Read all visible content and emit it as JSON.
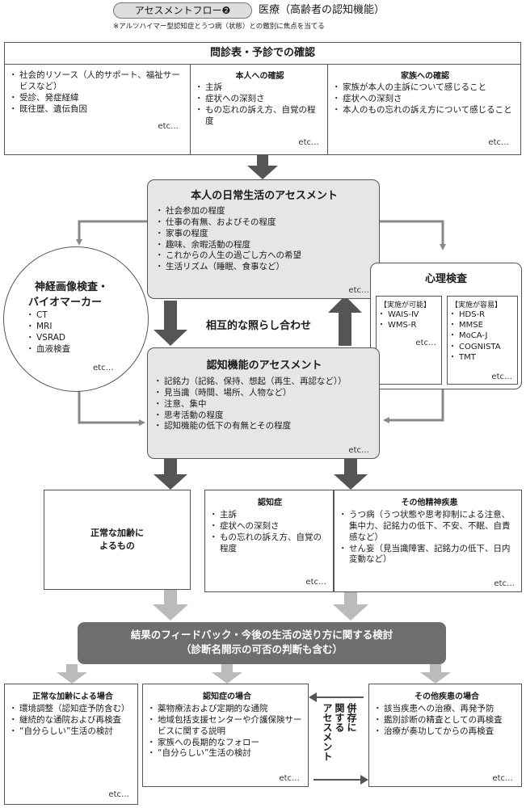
{
  "header": {
    "badge": "アセスメントフロー❷",
    "title": "医療（高齢者の認知機能）",
    "subtitle": "※アルツハイマー型認知症とうつ病（状態）との鑑別に焦点を当てる"
  },
  "intake": {
    "title": "問診表・予診での確認",
    "col1": {
      "items": [
        "社会的リソース（人的サポート、福祉サービスなど）",
        "受診、発症経緯",
        "既往歴、遺伝負因"
      ],
      "etc": "etc…"
    },
    "col2": {
      "heading": "本人への確認",
      "items": [
        "主訴",
        "症状への深刻さ",
        "もの忘れの訴え方、自覚の程度"
      ],
      "etc": "etc…"
    },
    "col3": {
      "heading": "家族への確認",
      "items": [
        "家族が本人の主訴について感じること",
        "症状への深刻さ",
        "本人のもの忘れの訴え方について感じること"
      ],
      "etc": "etc…"
    }
  },
  "daily_life": {
    "title": "本人の日常生活のアセスメント",
    "items": [
      "社会参加の程度",
      "仕事の有無、およびその程度",
      "家事の程度",
      "趣味、余暇活動の程度",
      "これからの人生の過ごし方への希望",
      "生活リズム（睡眠、食事など）"
    ],
    "etc": "etc…"
  },
  "neuro": {
    "title_line1": "神経画像検査・",
    "title_line2": "バイオマーカー",
    "items": [
      "CT",
      "MRI",
      "VSRAD",
      "血液検査"
    ],
    "etc": "etc…"
  },
  "psych": {
    "title": "心理検査",
    "left_heading": "【実施が可能】",
    "left_items": [
      "WAIS-Ⅳ",
      "WMS-R"
    ],
    "left_etc": "etc…",
    "right_heading": "【実施が容易】",
    "right_items": [
      "HDS-R",
      "MMSE",
      "MoCA-J",
      "COGNISTA",
      "TMT"
    ],
    "right_etc": "etc…"
  },
  "cross_ref": {
    "label": "相互的な照らし合わせ"
  },
  "cognitive": {
    "title": "認知機能のアセスメント",
    "items": [
      "記銘力（記銘、保持、想起（再生、再認など））",
      "見当識（時間、場所、人物など）",
      "注意、集中",
      "思考活動の程度",
      "認知機能の低下の有無とその程度"
    ],
    "etc": "etc…"
  },
  "outcome_normal": {
    "line1": "正常な加齢に",
    "line2": "よるもの"
  },
  "outcome_dementia": {
    "heading": "認知症",
    "items": [
      "主訴",
      "症状への深刻さ",
      "もの忘れの訴え方、自覚の程度"
    ],
    "etc": "etc…"
  },
  "outcome_other": {
    "heading": "その他精神疾患",
    "items": [
      "うつ病（うつ状態や思考抑制による注意、集中力、記銘力の低下、不安、不眠、自責感など）",
      "せん妄（見当識障害、記銘力の低下、日内変動など）"
    ],
    "etc": "etc…"
  },
  "feedback": {
    "line1": "結果のフィードバック・今後の生活の送り方に関する検討",
    "line2": "（診断名開示の可否の判断も含む）"
  },
  "case_normal": {
    "heading": "正常な加齢による場合",
    "items": [
      "環境調整（認知症予防含む）",
      "継続的な通院および再検査",
      "“自分らしい”生活の検討"
    ],
    "etc": "etc…"
  },
  "case_dementia": {
    "heading": "認知症の場合",
    "items": [
      "薬物療法および定期的な通院",
      "地域包括支援センターや介護保険サービスに関する説明",
      "家族への長期的なフォロー",
      "“自分らしい”生活の検討"
    ],
    "etc": "etc…"
  },
  "coexist": {
    "line1": "併存に",
    "line2": "関する",
    "line3": "アセスメント"
  },
  "case_other": {
    "heading": "その他疾患の場合",
    "items": [
      "該当疾患への治療、再発予防",
      "鑑別診断の精査としての再検査",
      "治療が奏功してからの再検査"
    ],
    "etc": "etc…"
  },
  "colors": {
    "dark_arrow": "#555555",
    "light_arrow": "#bbbbbb",
    "feedback_bg": "#6e6e6e",
    "panel_bg": "#e6e6e6"
  }
}
